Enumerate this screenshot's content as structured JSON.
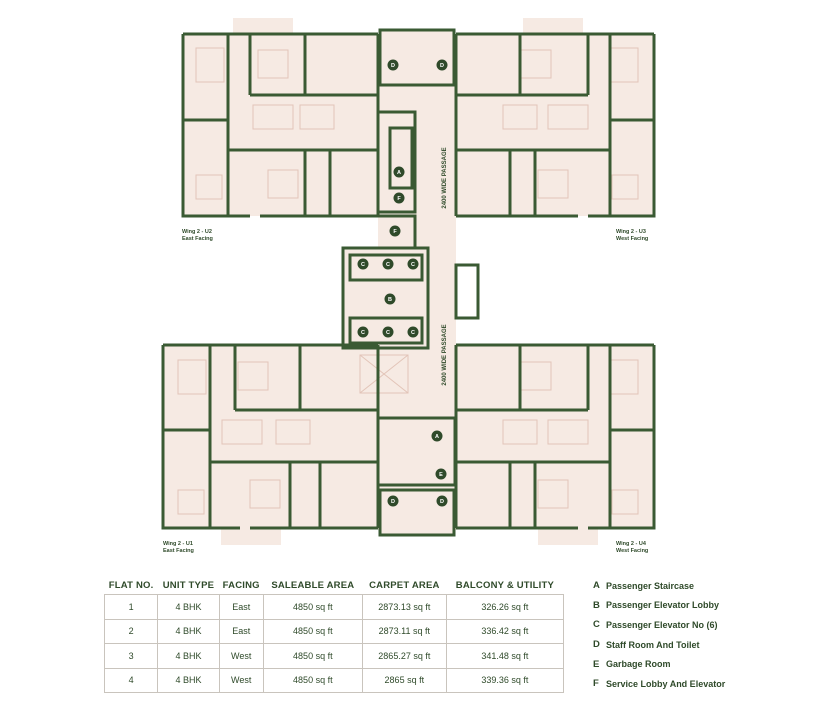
{
  "plan": {
    "passage_label": "2400 WIDE PASSAGE",
    "wings": [
      {
        "name": "Wing 2 - U2",
        "facing": "East Facing"
      },
      {
        "name": "Wing 2 - U3",
        "facing": "West Facing"
      },
      {
        "name": "Wing 2 - U1",
        "facing": "East Facing"
      },
      {
        "name": "Wing 2 - U4",
        "facing": "West Facing"
      }
    ],
    "colors": {
      "wall": "#3a5a33",
      "floor": "#f6eae3",
      "furniture": "#e7cfc4",
      "marker": "#2f4a2a",
      "text": "#2f4a2a"
    }
  },
  "table": {
    "headers": [
      "FLAT NO.",
      "UNIT TYPE",
      "FACING",
      "SALEABLE AREA",
      "CARPET AREA",
      "BALCONY & UTILITY"
    ],
    "rows": [
      [
        "1",
        "4 BHK",
        "East",
        "4850 sq ft",
        "2873.13 sq ft",
        "326.26 sq ft"
      ],
      [
        "2",
        "4 BHK",
        "East",
        "4850 sq ft",
        "2873.11 sq ft",
        "336.42 sq ft"
      ],
      [
        "3",
        "4 BHK",
        "West",
        "4850 sq ft",
        "2865.27 sq ft",
        "341.48 sq ft"
      ],
      [
        "4",
        "4 BHK",
        "West",
        "4850 sq ft",
        "2865 sq ft",
        "339.36 sq ft"
      ]
    ]
  },
  "legend": [
    {
      "key": "A",
      "text": "Passenger Staircase"
    },
    {
      "key": "B",
      "text": "Passenger Elevator Lobby"
    },
    {
      "key": "C",
      "text": "Passenger Elevator No (6)"
    },
    {
      "key": "D",
      "text": "Staff Room And Toilet"
    },
    {
      "key": "E",
      "text": "Garbage Room"
    },
    {
      "key": "F",
      "text": "Service Lobby And Elevator"
    }
  ]
}
